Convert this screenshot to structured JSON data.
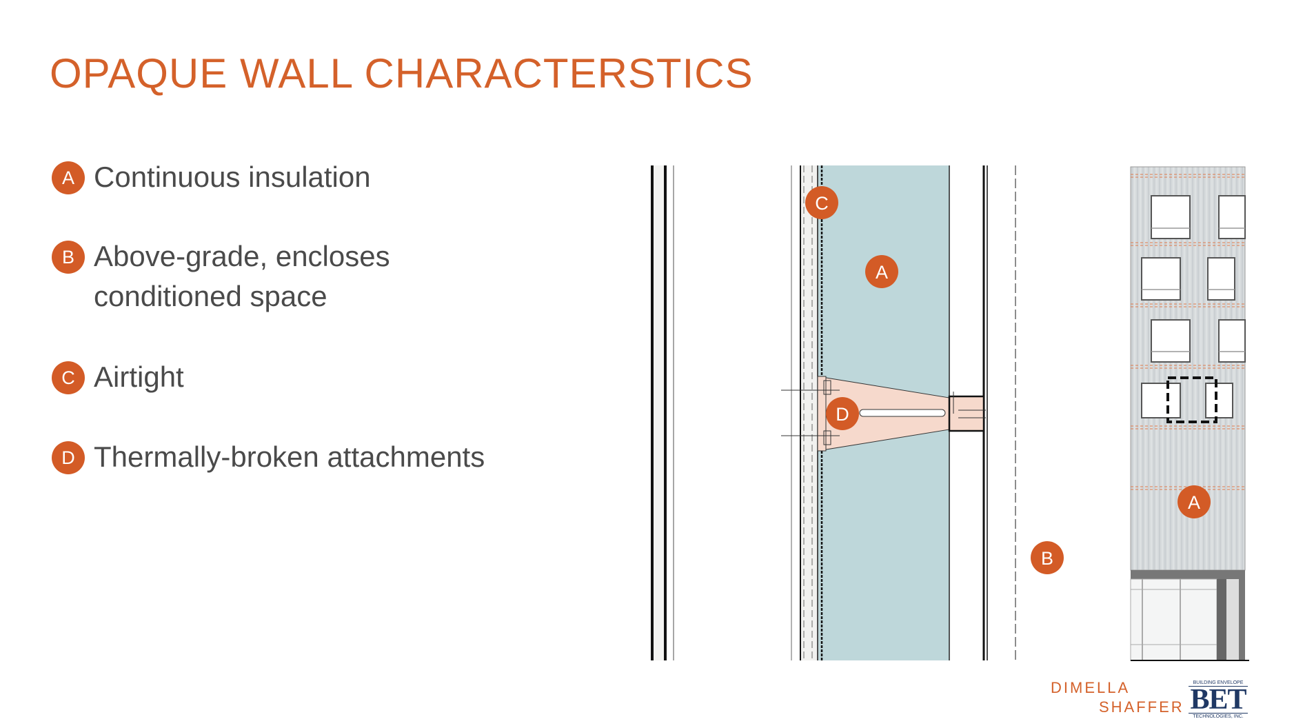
{
  "title": "OPAQUE WALL CHARACTERSTICS",
  "items": [
    {
      "badge": "A",
      "text": "Continuous insulation"
    },
    {
      "badge": "B",
      "text": "Above-grade, encloses conditioned space"
    },
    {
      "badge": "C",
      "text": "Airtight"
    },
    {
      "badge": "D",
      "text": "Thermally-broken attachments"
    }
  ],
  "diagram": {
    "labels": {
      "c": "C",
      "a": "A",
      "d": "D",
      "b": "B",
      "elevation_a": "A"
    }
  },
  "logos": {
    "dimella_line1": "DIMELLA",
    "dimella_line2": "SHAFFER",
    "bet_top": "BUILDING ENVELOPE",
    "bet_main": "BET",
    "bet_bottom": "TECHNOLOGIES, INC."
  },
  "colors": {
    "accent": "#d35b26",
    "insulation": "#bed7da",
    "bracket": "#f6d9cc",
    "bet_blue": "#1f3864"
  }
}
